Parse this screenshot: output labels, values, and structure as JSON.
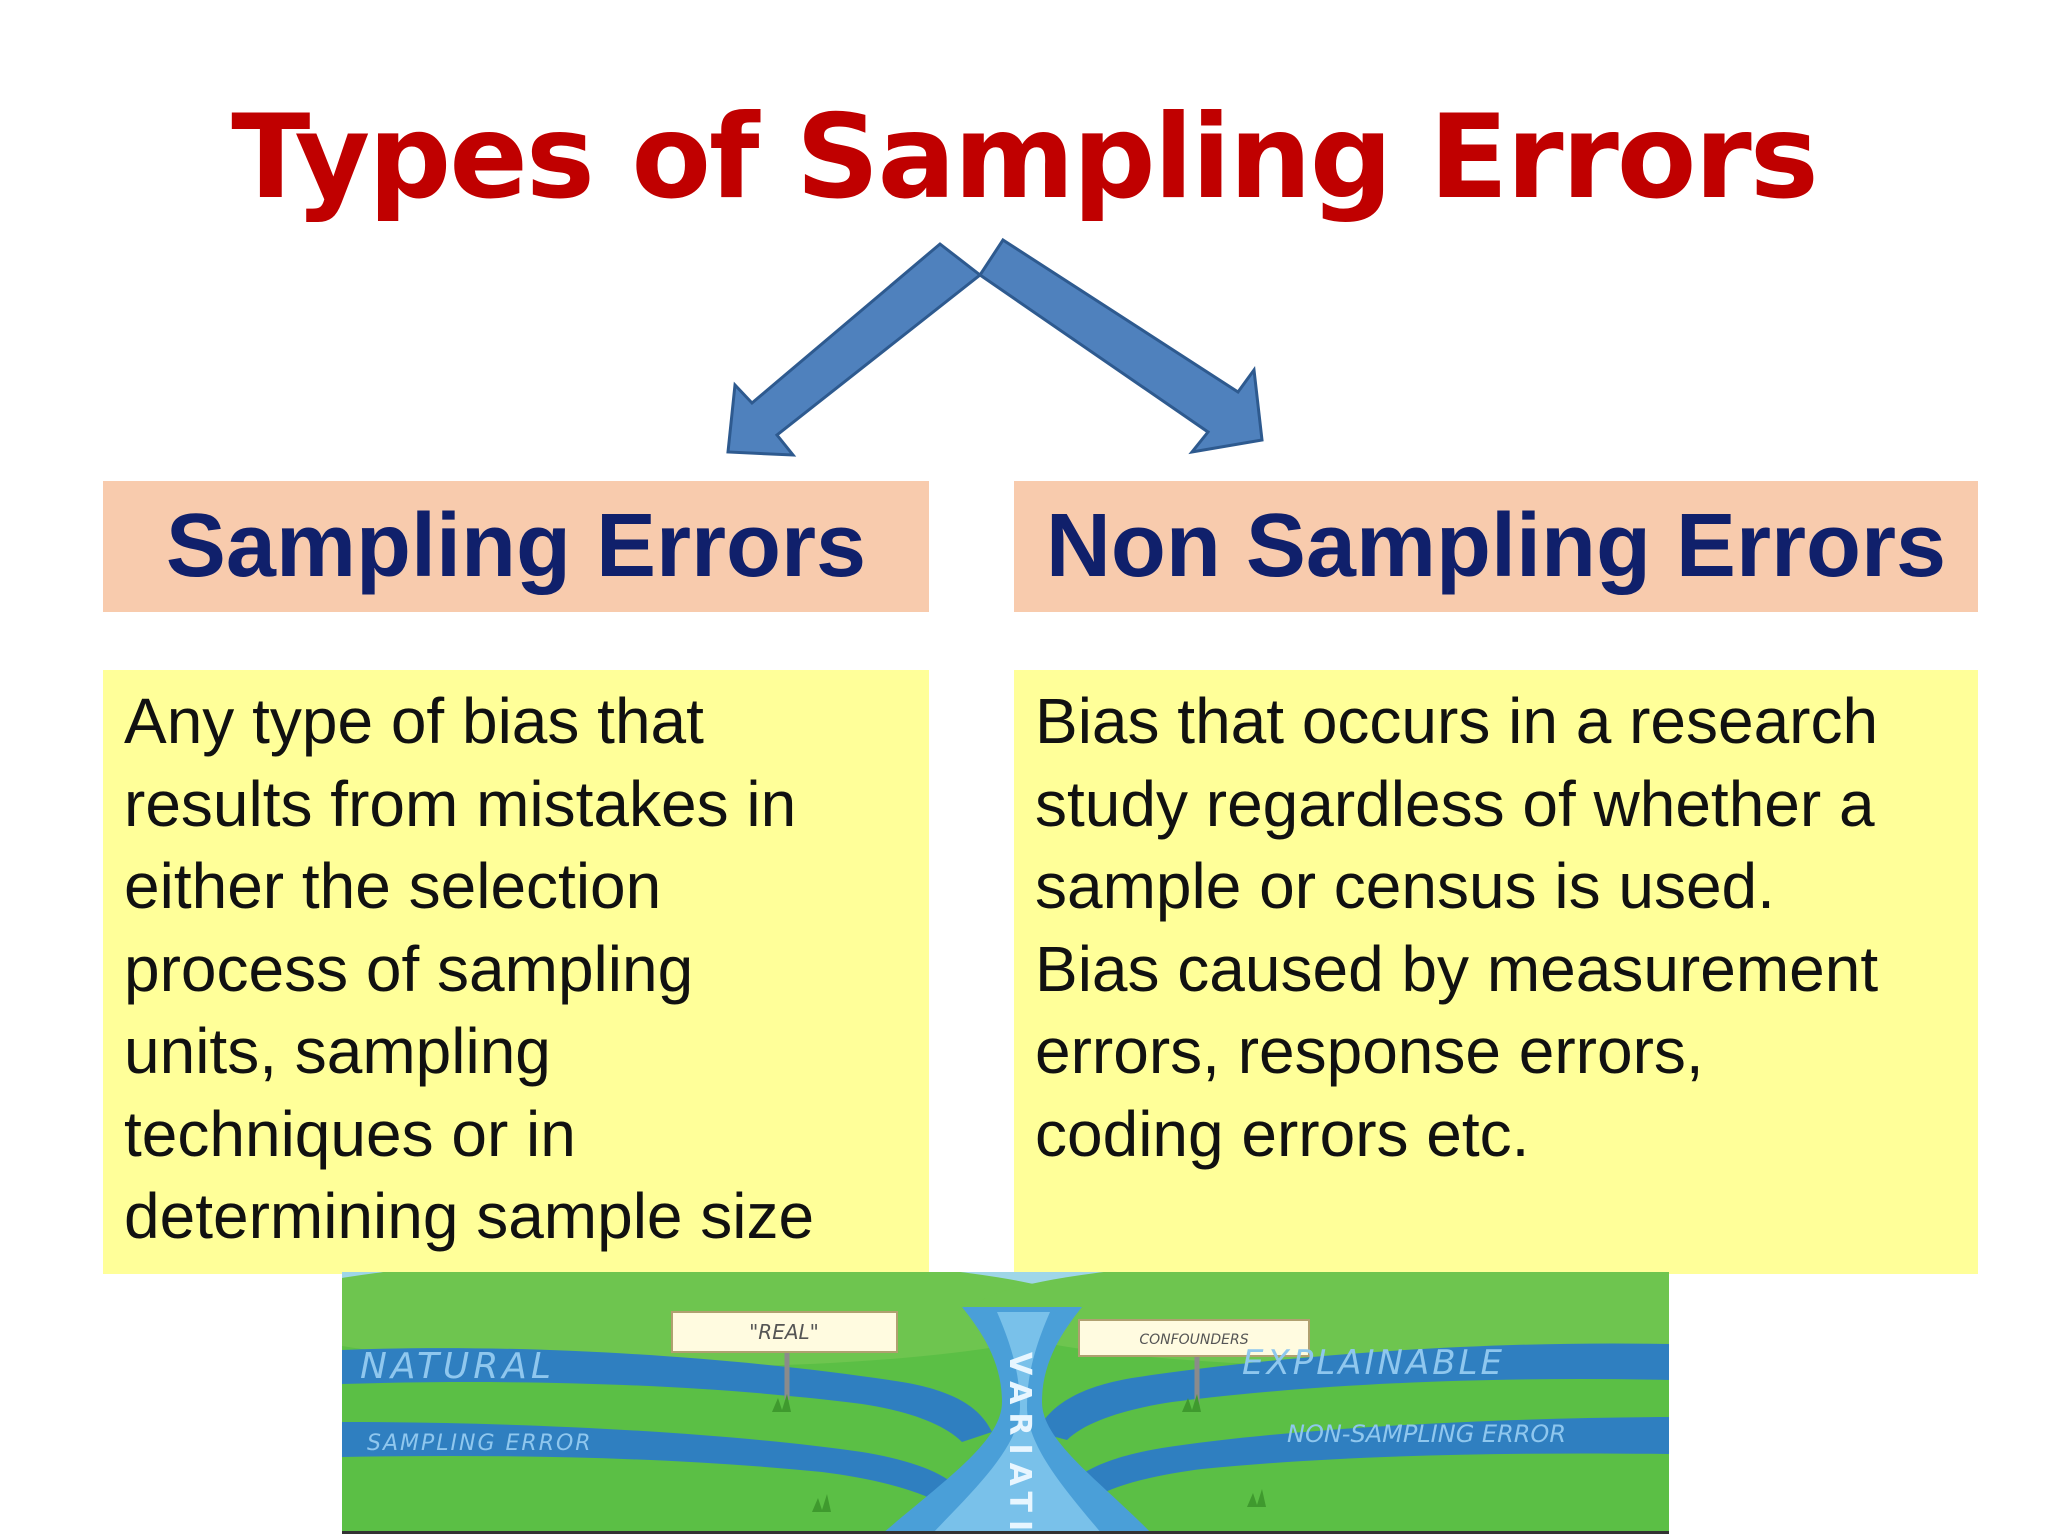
{
  "slide": {
    "title": "Types of Sampling Errors",
    "colors": {
      "title": "#c00000",
      "header_fill": "#f8cbad",
      "header_text": "#10206b",
      "body_fill": "#ffff99",
      "arrow_fill": "#4f81bd",
      "arrow_stroke": "#2e5a8f"
    }
  },
  "left": {
    "heading": "Sampling Errors",
    "lines": [
      "Any type of bias that",
      "results from mistakes in",
      "either the selection",
      "process of sampling",
      "units, sampling",
      "techniques or in",
      "determining sample size"
    ]
  },
  "right": {
    "heading": "Non Sampling Errors",
    "lines": [
      "Bias that occurs in a research",
      "study regardless of whether a",
      "sample or census is used.",
      "Bias caused by measurement",
      "errors, response errors,",
      "coding errors etc."
    ]
  },
  "illustration": {
    "sign_left": "\"REAL\"",
    "sign_right": "CONFOUNDERS",
    "river_left_top": "NATURAL",
    "river_left_bottom": "SAMPLING ERROR",
    "river_right_top": "EXPLAINABLE",
    "river_right_bottom": "NON-SAMPLING ERROR",
    "river_center": "VARIATION"
  }
}
